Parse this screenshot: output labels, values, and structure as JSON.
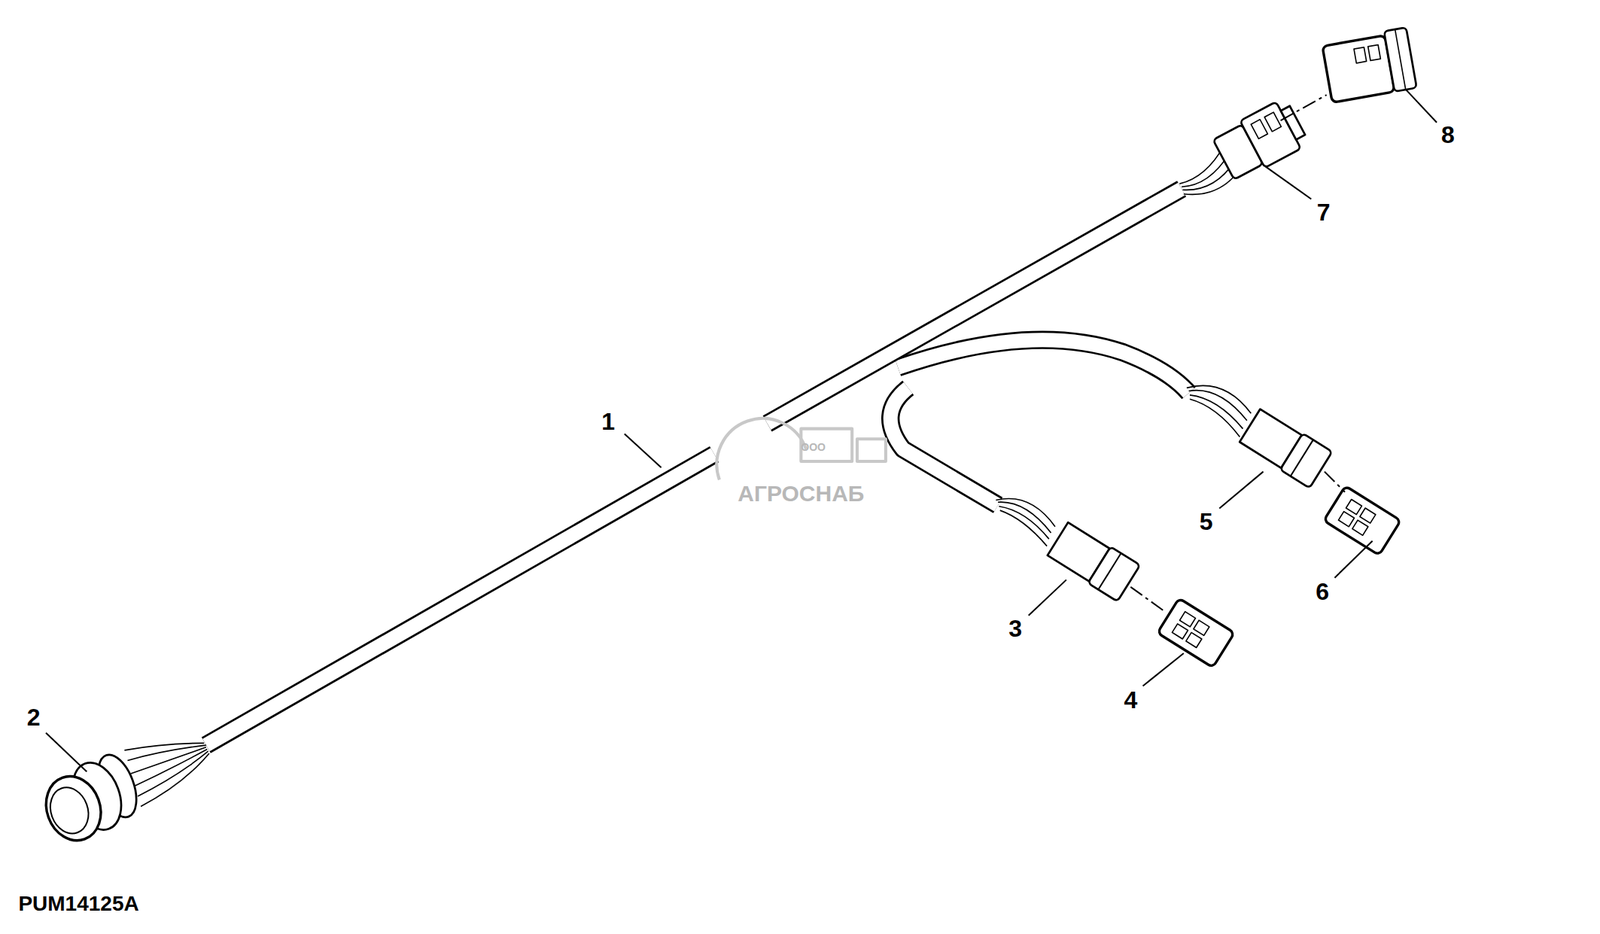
{
  "diagram": {
    "labels": [
      "1",
      "2",
      "3",
      "4",
      "5",
      "6",
      "7",
      "8",
      "PUM14125A",
      "ООО",
      "АГРОСНАБ"
    ]
  }
}
